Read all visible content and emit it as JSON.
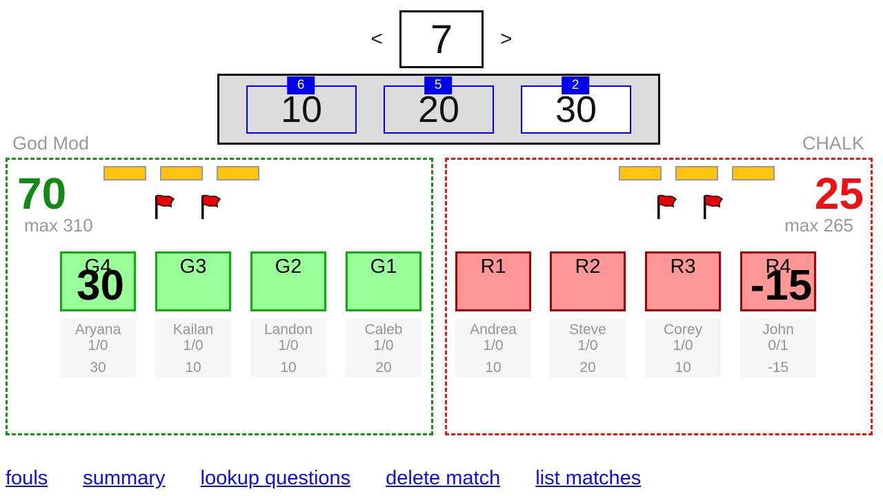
{
  "nav": {
    "prev_label": "<",
    "next_label": ">",
    "question_number": "7"
  },
  "points_panel": {
    "options": [
      {
        "remaining": "6",
        "points": "10",
        "selected": false
      },
      {
        "remaining": "5",
        "points": "20",
        "selected": false
      },
      {
        "remaining": "2",
        "points": "30",
        "selected": true
      }
    ],
    "badge_color": "#0000ee",
    "panel_bg": "#dcdcdc"
  },
  "left_team": {
    "label": "God Mod",
    "score": "70",
    "max_label": "max 310",
    "accent_color": "#129212",
    "seat_bg": "#99ff99",
    "timeout_chips": 3,
    "foul_flags": 2,
    "players": [
      {
        "seat": "G4",
        "overlay_points": "30",
        "name": "Aryana",
        "record": "1/0",
        "total": "30"
      },
      {
        "seat": "G3",
        "name": "Kailan",
        "record": "1/0",
        "total": "10"
      },
      {
        "seat": "G2",
        "name": "Landon",
        "record": "1/0",
        "total": "10"
      },
      {
        "seat": "G1",
        "name": "Caleb",
        "record": "1/0",
        "total": "20"
      }
    ]
  },
  "right_team": {
    "label": "CHALK",
    "score": "25",
    "max_label": "max 265",
    "accent_color": "#ee1111",
    "seat_bg": "#ff9797",
    "timeout_chips": 3,
    "foul_flags": 2,
    "players": [
      {
        "seat": "R1",
        "name": "Andrea",
        "record": "1/0",
        "total": "10"
      },
      {
        "seat": "R2",
        "name": "Steve",
        "record": "1/0",
        "total": "20"
      },
      {
        "seat": "R3",
        "name": "Corey",
        "record": "1/0",
        "total": "10"
      },
      {
        "seat": "R4",
        "overlay_points": "-15",
        "name": "John",
        "record": "0/1",
        "total": "-15"
      }
    ]
  },
  "footer_links": [
    "fouls",
    "summary",
    "lookup questions",
    "delete match",
    "list matches"
  ],
  "chip_color": "#ffc40e",
  "link_color": "#0c0cee"
}
